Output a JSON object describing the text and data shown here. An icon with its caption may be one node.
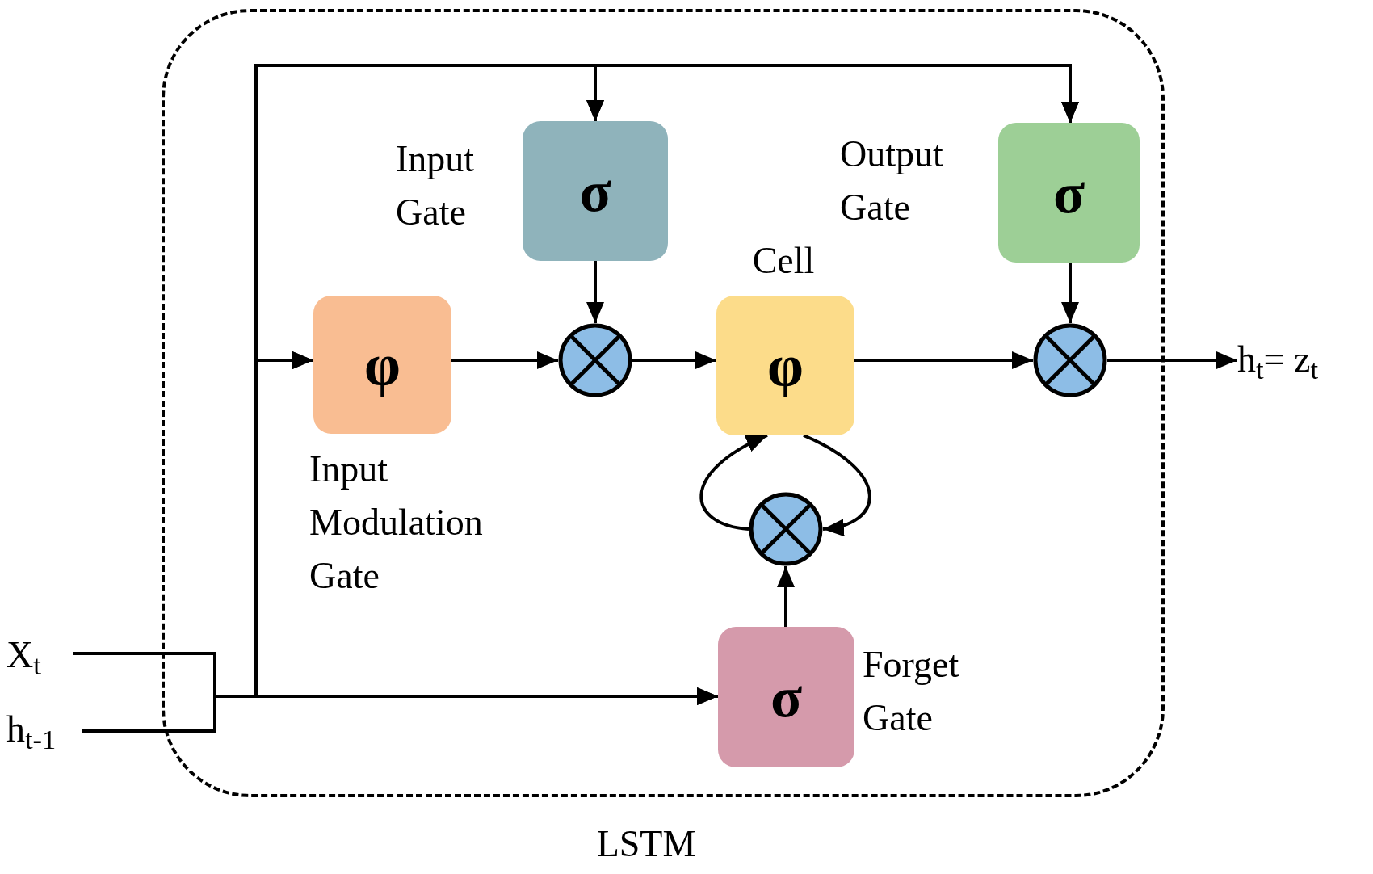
{
  "diagram": {
    "nodes": [
      {
        "text": [
          "LSTM"
        ]
      },
      {
        "text": [
          "Input Gate",
          "σ"
        ],
        "in": 0
      },
      {
        "text": [
          "Output Gate",
          "σ"
        ],
        "in": 0
      },
      {
        "text": [
          "φ",
          "Input Modulation Gate"
        ],
        "in": 0
      },
      {
        "text": [
          "Cell",
          "φ"
        ],
        "in": 0
      },
      {
        "text": [
          "σ",
          "Forget Gate"
        ],
        "in": 0
      },
      {
        "text": [],
        "shape": "circle",
        "in": 0
      },
      {
        "text": [],
        "shape": "circle",
        "in": 0
      },
      {
        "text": [],
        "shape": "circle",
        "in": 0
      },
      {
        "text": [
          "X$_{t}$"
        ]
      },
      {
        "text": [
          "h$_{t-1}$"
        ]
      },
      {
        "text": [
          "h$_{t}$= z$_{t}$"
        ]
      }
    ],
    "edges": [
      {
        "from": 9,
        "to": 5,
        "arrow": "to"
      },
      {
        "from": 10,
        "to": 5,
        "arrow": "to"
      },
      {
        "from": 9,
        "to": 3,
        "arrow": "to"
      },
      {
        "from": 10,
        "to": 3,
        "arrow": "to"
      },
      {
        "from": 9,
        "to": 1,
        "arrow": "to"
      },
      {
        "from": 10,
        "to": 1,
        "arrow": "to"
      },
      {
        "from": 9,
        "to": 2,
        "arrow": "to"
      },
      {
        "from": 10,
        "to": 2,
        "arrow": "to"
      },
      {
        "from": 3,
        "to": 6,
        "arrow": "to"
      },
      {
        "from": 1,
        "to": 6,
        "arrow": "to"
      },
      {
        "from": 6,
        "to": 4,
        "arrow": "to"
      },
      {
        "from": 2,
        "to": 7,
        "arrow": "to"
      },
      {
        "from": 4,
        "to": 7,
        "arrow": "to"
      },
      {
        "from": 7,
        "to": 11,
        "arrow": "to"
      },
      {
        "from": 5,
        "to": 8,
        "arrow": "to"
      },
      {
        "from": 8,
        "to": 4,
        "arrow": "to"
      },
      {
        "from": 4,
        "to": 8,
        "arrow": "to"
      }
    ]
  }
}
